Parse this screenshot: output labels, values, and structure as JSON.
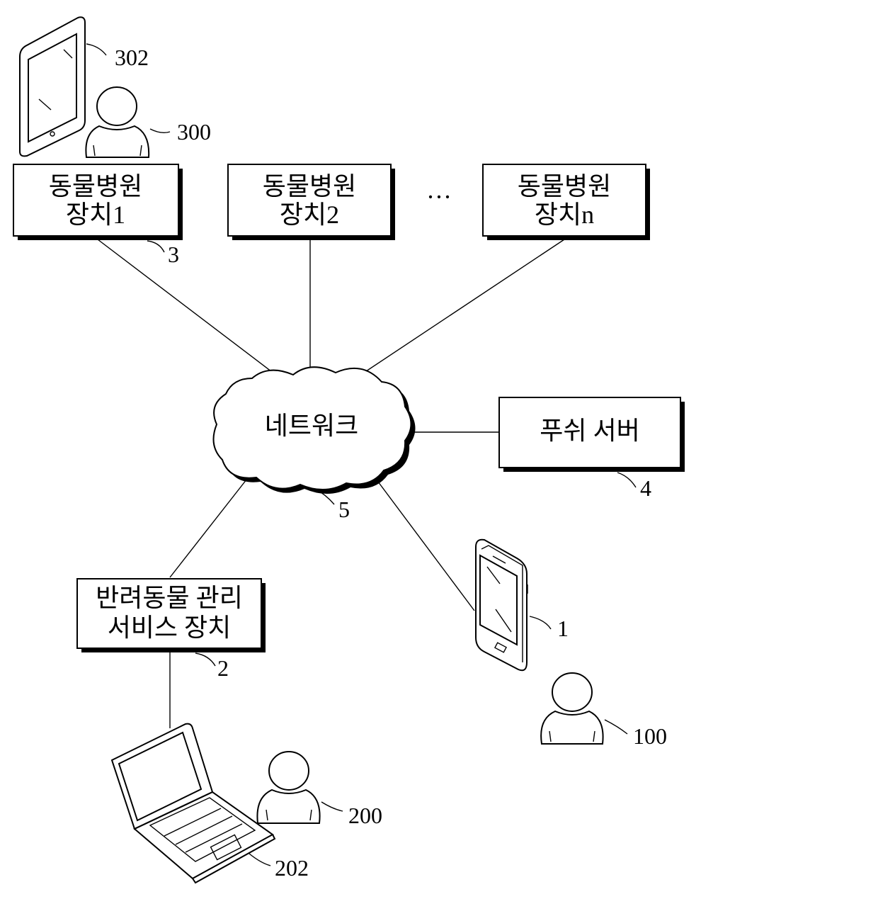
{
  "hospitals": [
    {
      "line1": "동물병원",
      "line2": "장치1"
    },
    {
      "line1": "동물병원",
      "line2": "장치2"
    },
    {
      "line1": "동물병원",
      "line2": "장치n"
    }
  ],
  "ellipsis": "···",
  "network": {
    "label": "네트워크",
    "ref": "5"
  },
  "push_server": {
    "label": "푸쉬 서버",
    "ref": "4"
  },
  "pet_service": {
    "line1": "반려동물 관리",
    "line2": "서비스 장치",
    "ref": "2"
  },
  "refs": {
    "hospital_device": "3",
    "tablet": "302",
    "vet_user": "300",
    "smartphone": "1",
    "pet_owner": "100",
    "admin_user": "200",
    "laptop": "202"
  }
}
